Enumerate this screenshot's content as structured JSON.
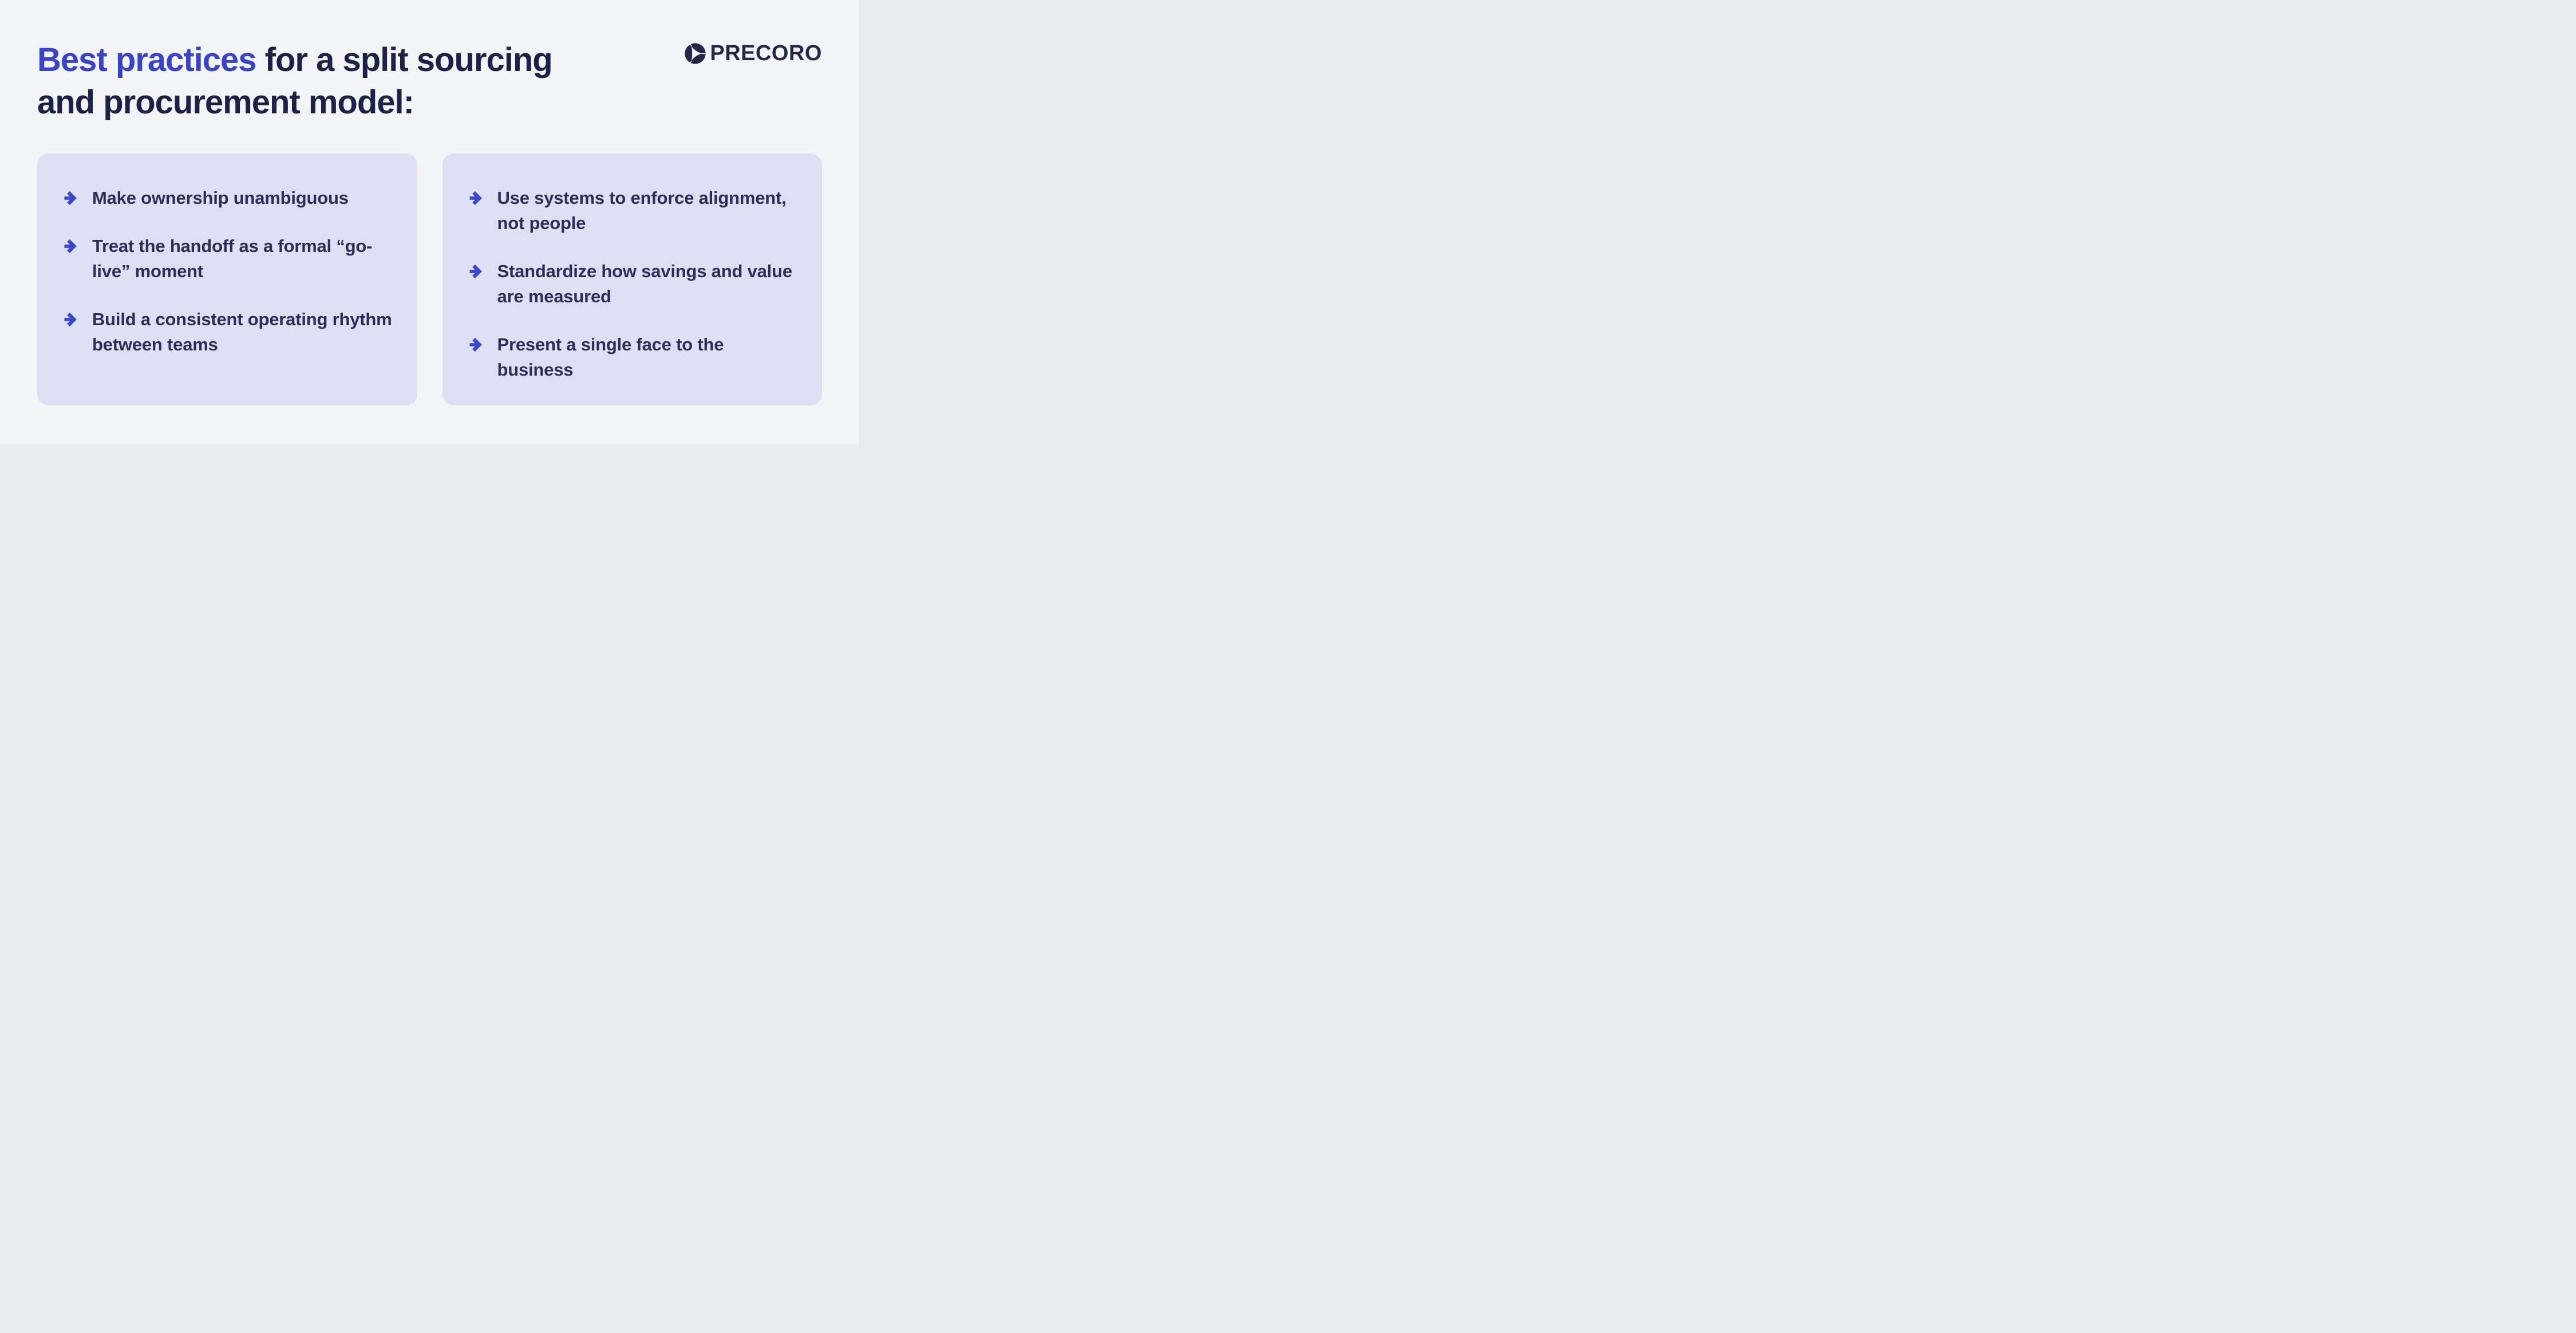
{
  "title": {
    "accent": "Best practices",
    "rest": " for a split sourcing",
    "line2": "and procurement model:"
  },
  "logo": {
    "text": "PRECORO"
  },
  "cards": [
    {
      "items": [
        "Make ownership unambiguous",
        "Treat the handoff as a formal “go-live” moment",
        "Build a consistent operating rhythm between teams"
      ]
    },
    {
      "items": [
        "Use systems to enforce alignment, not people",
        "Standardize how savings and value are measured",
        "Present a single face to the business"
      ]
    }
  ],
  "colors": {
    "page_bg": "#f3f4f6",
    "card_bg": "#dde0f5",
    "accent_blue": "#3843c9",
    "title_navy": "#1c2148",
    "body_text": "#2b2f55",
    "arrow_blue": "#3a46cc",
    "logo_navy": "#232849"
  }
}
